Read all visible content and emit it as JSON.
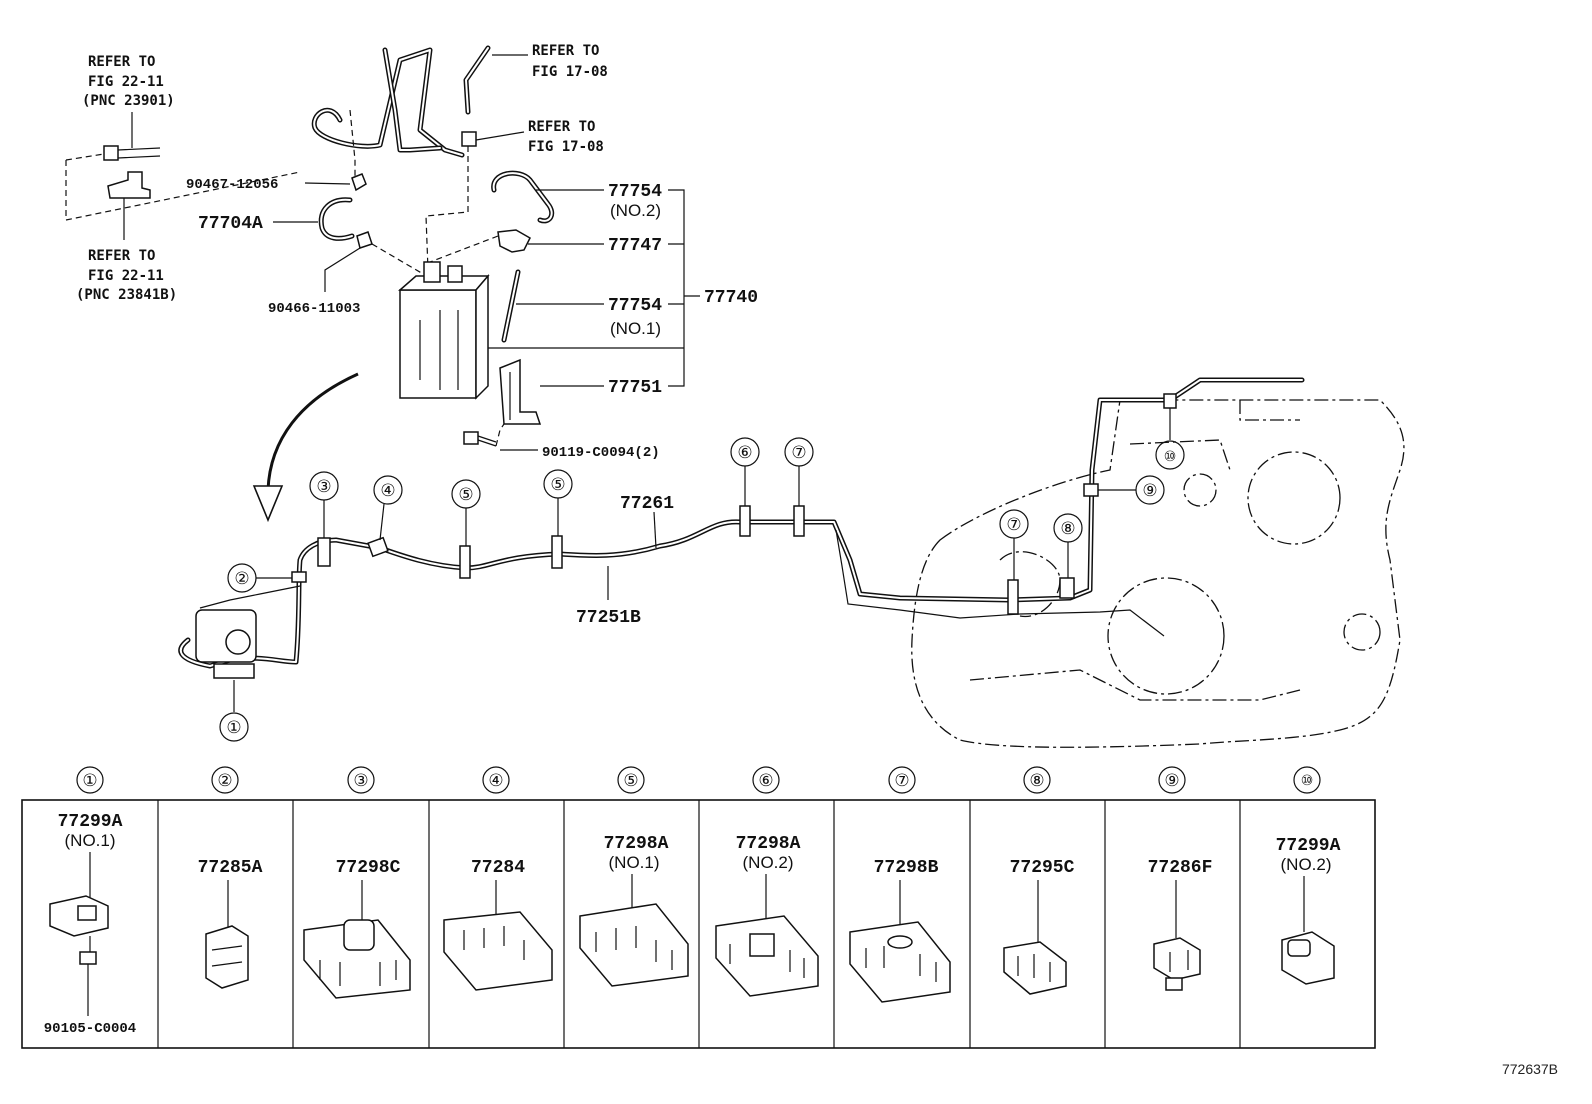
{
  "refs": {
    "ref1": [
      "REFER TO",
      "FIG 22-11",
      "(PNC 23901)"
    ],
    "ref2": [
      "REFER TO",
      "FIG 17-08"
    ],
    "ref3": [
      "REFER TO",
      "FIG 17-08"
    ],
    "ref4": [
      "REFER TO",
      "FIG 22-11",
      "(PNC 23841B)"
    ]
  },
  "parts": {
    "p90467": "90467-12056",
    "p77704A": "77704A",
    "p90466": "90466-11003",
    "p77754_2": "77754",
    "p77754_2_sub": "(NO.2)",
    "p77747": "77747",
    "p77754_1": "77754",
    "p77754_1_sub": "(NO.1)",
    "p77740": "77740",
    "p77751": "77751",
    "p90119": "90119-C0094(2)",
    "p77261": "77261",
    "p77251B": "77251B"
  },
  "callouts": [
    "①",
    "②",
    "③",
    "④",
    "⑤",
    "⑤",
    "⑥",
    "⑦",
    "⑦",
    "⑧",
    "⑨",
    "⑩"
  ],
  "table": [
    {
      "num": "①",
      "part": "77299A",
      "sub": "(NO.1)",
      "extra": "90105-C0004"
    },
    {
      "num": "②",
      "part": "77285A",
      "sub": "",
      "extra": ""
    },
    {
      "num": "③",
      "part": "77298C",
      "sub": "",
      "extra": ""
    },
    {
      "num": "④",
      "part": "77284",
      "sub": "",
      "extra": ""
    },
    {
      "num": "⑤",
      "part": "77298A",
      "sub": "(NO.1)",
      "extra": ""
    },
    {
      "num": "⑥",
      "part": "77298A",
      "sub": "(NO.2)",
      "extra": ""
    },
    {
      "num": "⑦",
      "part": "77298B",
      "sub": "",
      "extra": ""
    },
    {
      "num": "⑧",
      "part": "77295C",
      "sub": "",
      "extra": ""
    },
    {
      "num": "⑨",
      "part": "77286F",
      "sub": "",
      "extra": ""
    },
    {
      "num": "⑩",
      "part": "77299A",
      "sub": "(NO.2)",
      "extra": ""
    }
  ],
  "figure_code": "772637B"
}
